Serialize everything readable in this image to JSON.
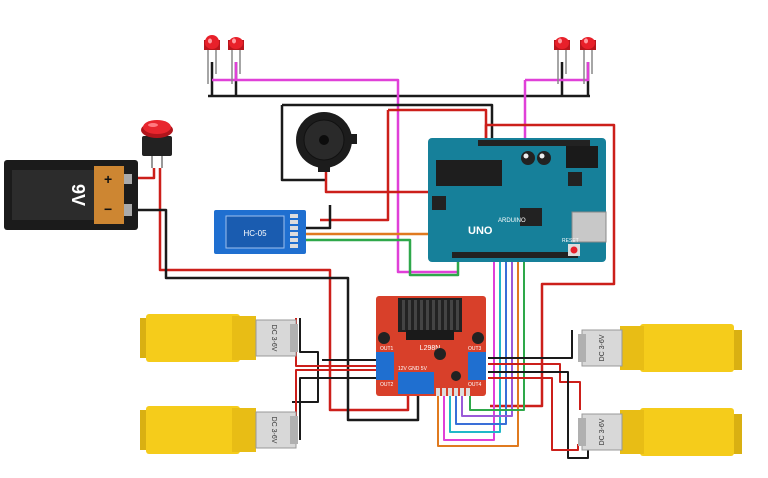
{
  "battery": {
    "voltage_label": "9V",
    "plus_label": "+",
    "minus_label": "−"
  },
  "bluetooth": {
    "model_label": "HC-05"
  },
  "arduino": {
    "brand_label": "UNO",
    "reset_label": "RESET",
    "board_text": "ARDUINO"
  },
  "driver": {
    "chip_label": "L298N",
    "out1_label": "OUT1",
    "out2_label": "OUT2",
    "out3_label": "OUT3",
    "out4_label": "OUT4",
    "power_label": "12V GND 5V"
  },
  "motors": {
    "label": "DC 3-6V"
  },
  "colors": {
    "wire_red": "#cc1f1a",
    "wire_black": "#1a1a1a",
    "wire_pink": "#e040d8",
    "wire_green": "#2ea84a",
    "wire_orange": "#e07a1f",
    "wire_blue": "#3a6fd8",
    "wire_cyan": "#20b8c8",
    "wire_purple": "#9a5ad8",
    "arduino_board": "#16809a",
    "driver_board": "#d8402a",
    "motor_yellow": "#f5cc1b",
    "led_red": "#e8202a",
    "bt_board": "#1f6fd0"
  }
}
